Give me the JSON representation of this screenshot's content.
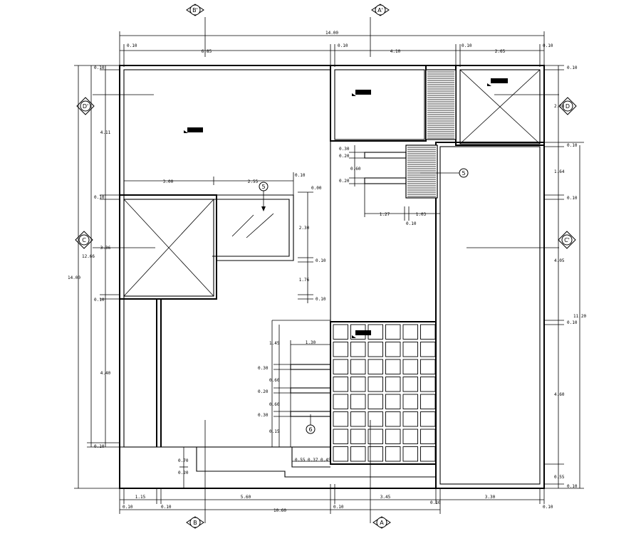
{
  "grid_labels": {
    "B_prime": "B'",
    "A_prime": "A'",
    "B": "B",
    "A": "A",
    "D_prime": "D'",
    "D": "D",
    "C": "C",
    "C_prime": "C'"
  },
  "section_marks": {
    "five": "5",
    "six": "6"
  },
  "top_dims": {
    "overall": "14.00",
    "d1": "0.10",
    "d2": "6.85",
    "d3": "0.10",
    "d4": "4.10",
    "d5": "0.10",
    "d6": "2.65",
    "d7": "0.10"
  },
  "bottom_dims": {
    "d1": "1.15",
    "d2": "5.60",
    "d3": "3.45",
    "d4": "3.30",
    "t1": "0.10",
    "t2": "0.10",
    "t3": "0.10",
    "t4": "0.10",
    "t5": "0.10",
    "overall": "10.60"
  },
  "left_dims": {
    "overall": "14.00",
    "inner": "12.66",
    "d1": "0.10",
    "d2": "4.11",
    "d3": "0.10",
    "d4": "3.36",
    "d5": "0.10",
    "d6": "4.40",
    "d7": "0.10"
  },
  "right_dims": {
    "d1": "0.10",
    "d2": "2.38",
    "d3": "0.10",
    "d4": "1.64",
    "d5": "0.10",
    "d6": "4.05",
    "d7": "0.10",
    "d8": "4.60",
    "d9": "0.55",
    "d10": "0.10",
    "overall": "11.20"
  },
  "interior_dims": {
    "a1": "3.00",
    "a2": "2.55",
    "a3": "0.10",
    "a4": "0.00",
    "b1": "2.30",
    "b2": "0.10",
    "b3": "1.76",
    "b4": "0.10",
    "c1": "0.30",
    "c2": "0.20",
    "c3": "0.60",
    "c4": "0.20",
    "c5": "1.27",
    "c6": "0.10",
    "c7": "1.03",
    "e1": "1.45",
    "e2": "1.30",
    "e3": "0.30",
    "e4": "0.60",
    "e5": "0.20",
    "e6": "0.60",
    "e7": "0.30",
    "e8": "0.15",
    "f1": "0.70",
    "f2": "0.20",
    "f3": "0.55",
    "f4": "0.37",
    "f5": "0.45"
  }
}
